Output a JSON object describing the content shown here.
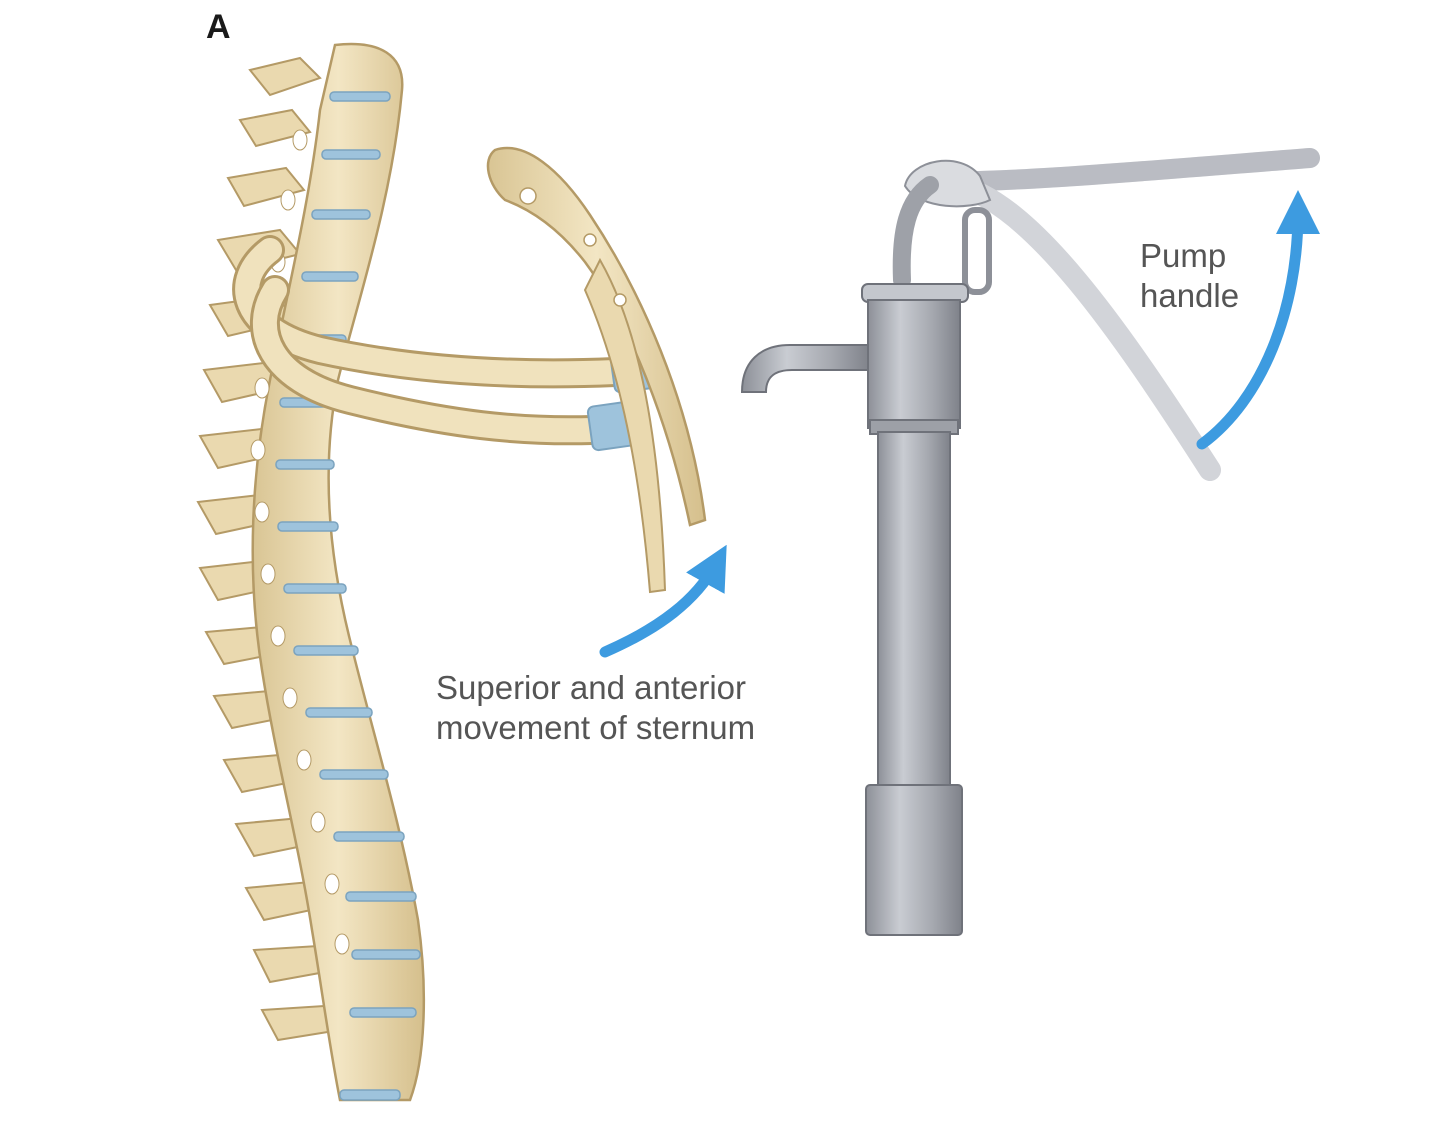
{
  "panel_label": "A",
  "labels": {
    "sternum_movement_line1": "Superior and anterior",
    "sternum_movement_line2": "movement of sternum",
    "pump_handle_line1": "Pump",
    "pump_handle_line2": "handle"
  },
  "colors": {
    "bone": "#ecdcb4",
    "bone_outline": "#b49a66",
    "cartilage": "#9ec3dc",
    "pump_metal": "#a9acb3",
    "pump_dark": "#7d8088",
    "arrow": "#3d9be0",
    "text": "#555555"
  }
}
